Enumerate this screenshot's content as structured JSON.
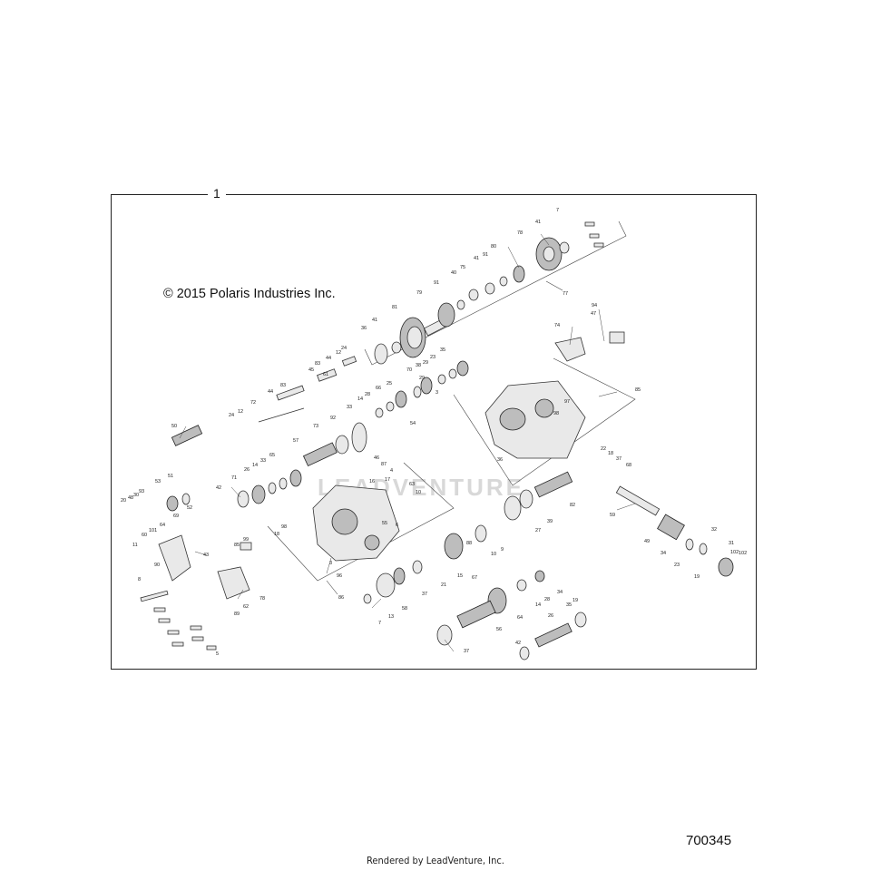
{
  "assembly_number": "1",
  "copyright": "© 2015 Polaris Industries Inc.",
  "document_number": "700345",
  "rendered_by": "Rendered by LeadVenture, Inc.",
  "watermark": "LEADVENTURE",
  "callouts": [
    "7",
    "41",
    "78",
    "80",
    "91",
    "75",
    "40",
    "41",
    "79",
    "91",
    "77",
    "94",
    "47",
    "81",
    "41",
    "36",
    "74",
    "24",
    "12",
    "44",
    "83",
    "61",
    "45",
    "83",
    "44",
    "35",
    "23",
    "29",
    "29",
    "70",
    "38",
    "25",
    "28",
    "66",
    "14",
    "33",
    "24",
    "12",
    "72",
    "73",
    "92",
    "3",
    "98",
    "97",
    "85",
    "50",
    "57",
    "54",
    "46",
    "87",
    "4",
    "65",
    "33",
    "14",
    "26",
    "71",
    "10",
    "17",
    "16",
    "42",
    "22",
    "18",
    "37",
    "68",
    "102",
    "53",
    "51",
    "36",
    "93",
    "30",
    "48",
    "20",
    "52",
    "63",
    "55",
    "6",
    "82",
    "39",
    "27",
    "59",
    "49",
    "32",
    "31",
    "34",
    "23",
    "19",
    "102",
    "69",
    "64",
    "101",
    "60",
    "11",
    "43",
    "90",
    "99",
    "85",
    "98",
    "18",
    "8",
    "62",
    "89",
    "78",
    "5",
    "86",
    "96",
    "3",
    "58",
    "37",
    "13",
    "7",
    "88",
    "67",
    "15",
    "21",
    "9",
    "10",
    "34",
    "28",
    "14",
    "56",
    "64",
    "26",
    "35",
    "19",
    "37",
    "42"
  ]
}
